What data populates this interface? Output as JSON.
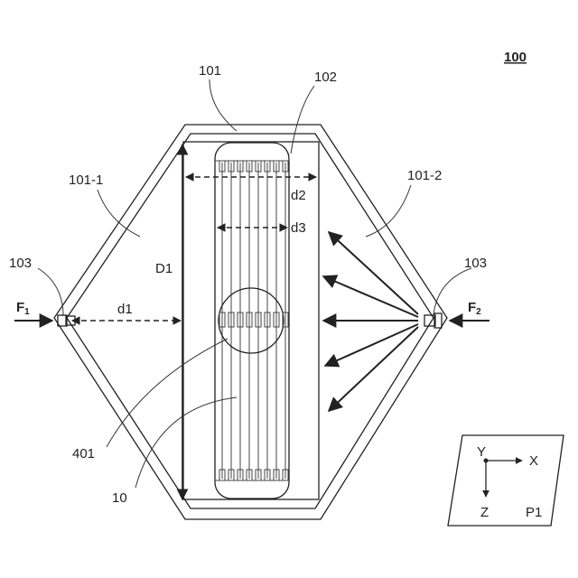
{
  "figure": {
    "number": "100",
    "labels": {
      "housing": "101",
      "housing_left": "101-1",
      "housing_right": "101-2",
      "tray": "102",
      "port_left": "103",
      "port_right": "103",
      "dim_D1": "D1",
      "dim_d1": "d1",
      "dim_d2": "d2",
      "dim_d3": "d3",
      "circle_ref": "401",
      "module": "10",
      "force_left": {
        "base": "F",
        "sub": "1"
      },
      "force_right": {
        "base": "F",
        "sub": "2"
      }
    },
    "axes": {
      "y": "Y",
      "x": "X",
      "z": "Z",
      "plane": "P1"
    }
  }
}
